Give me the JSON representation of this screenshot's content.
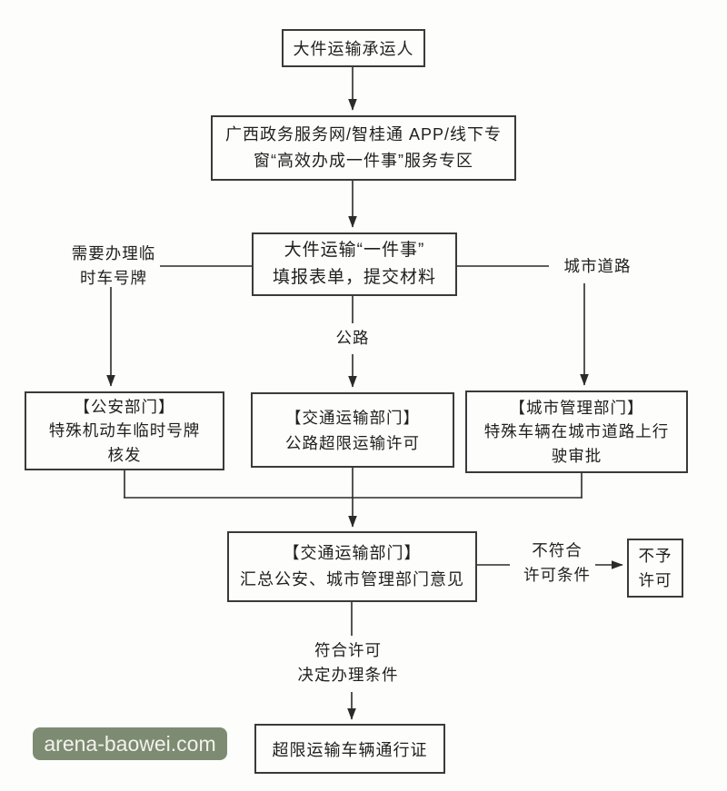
{
  "page": {
    "background": "#fdfdfb",
    "line_color": "#2b2b2b",
    "box_border_color": "#3a3a3a"
  },
  "watermark": {
    "text": "arena-baowei.com",
    "bg": "#7d8b72",
    "fg": "#f2f2ec"
  },
  "nodes": {
    "carrier": {
      "lines": [
        "大件运输承运人"
      ]
    },
    "portal": {
      "lines": [
        "广西政务服务网/智桂通 APP/线下专",
        "窗“高效办成一件事”服务专区"
      ]
    },
    "one_thing": {
      "lines": [
        "大件运输“一件事”",
        "填报表单，提交材料"
      ]
    },
    "police": {
      "lines": [
        "【公安部门】",
        "特殊机动车临时号牌",
        "核发"
      ]
    },
    "transport": {
      "lines": [
        "【交通运输部门】",
        "公路超限运输许可"
      ]
    },
    "city": {
      "lines": [
        "【城市管理部门】",
        "特殊车辆在城市道路上行",
        "驶审批"
      ]
    },
    "summary": {
      "lines": [
        "【交通运输部门】",
        "汇总公安、城市管理部门意见"
      ]
    },
    "deny": {
      "lines": [
        "不予",
        "许可"
      ]
    },
    "permit": {
      "lines": [
        "超限运输车辆通行证"
      ]
    }
  },
  "edge_labels": {
    "temp_plate": {
      "lines": [
        "需要办理临",
        "时车号牌"
      ]
    },
    "highway": {
      "lines": [
        "公路"
      ]
    },
    "city_road": {
      "lines": [
        "城市道路"
      ]
    },
    "not_meet": {
      "lines": [
        "不符合",
        "许可条件"
      ]
    },
    "meet": {
      "lines": [
        "符合许可",
        "决定办理条件"
      ]
    }
  }
}
